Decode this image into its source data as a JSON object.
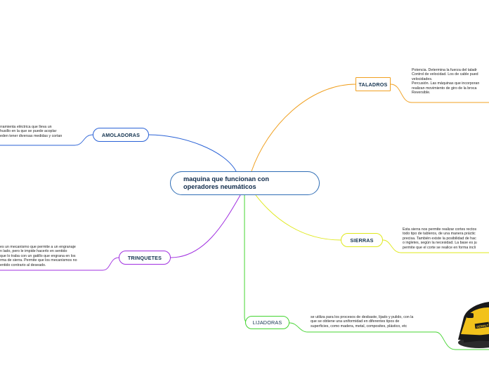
{
  "central_topic": {
    "label": "maquina que funcionan con operadores neumáticos"
  },
  "branches": [
    {
      "id": "taladros",
      "label": "TALADROS",
      "color": "#f0a020",
      "note_lines": [
        "Potencia. Determina la fuerza del taladr",
        "Control de velocidad. Los de cable pued",
        "velocidades.",
        "Percusión. Las máquinas que incorporan",
        "realizan movimiento de giro de la broca",
        "",
        "Reversible."
      ]
    },
    {
      "id": "amoladoras",
      "label": "AMOLADORAS",
      "color": "#2a62d6",
      "note_lines": [
        "rramienta eléctrica que lleva un",
        "husillo en la que se puede acoplar",
        "eden tener diversas medidas y cortan"
      ]
    },
    {
      "id": "sierras",
      "label": "SIERRAS",
      "color": "#dfe81a",
      "note_lines": [
        "Esta sierra nos permite realizar cortes rectos",
        "todo tipo de tableros, de una manera práctic",
        "precisa. También existe la posibilidad de hac",
        "o ingletes, según la necesidad. La base es ju",
        "permite que el corte se realice en forma incli"
      ]
    },
    {
      "id": "trinquetes",
      "label": "TRINQUETES",
      "color": "#a02fe0",
      "note_lines": [
        "es un mecanismo que permite a un engranaje",
        "n lado, pero le impide hacerlo en sentido",
        "que lo traba con un gatillo que engrana en los",
        "rma de sierra. Permite que los mecanismos no",
        "entido contrario al deseado."
      ]
    },
    {
      "id": "lijadoras",
      "label": "LIJADORAS",
      "color": "#44d431",
      "note_lines": [
        "se utiliza para los procesos de desbaste, lijado y pulido, con la",
        "que se obtiene una uniformidad en diferentes tipos de",
        "superficies, como madera, metal, composites, plástico, etc"
      ]
    }
  ],
  "sander_image": {
    "icon": "orbital-sander-icon",
    "brand_text": "DEWALT",
    "colors": {
      "body": "#f2c21b",
      "grip": "#1a1a1a",
      "pad": "#2b2b2b"
    }
  }
}
